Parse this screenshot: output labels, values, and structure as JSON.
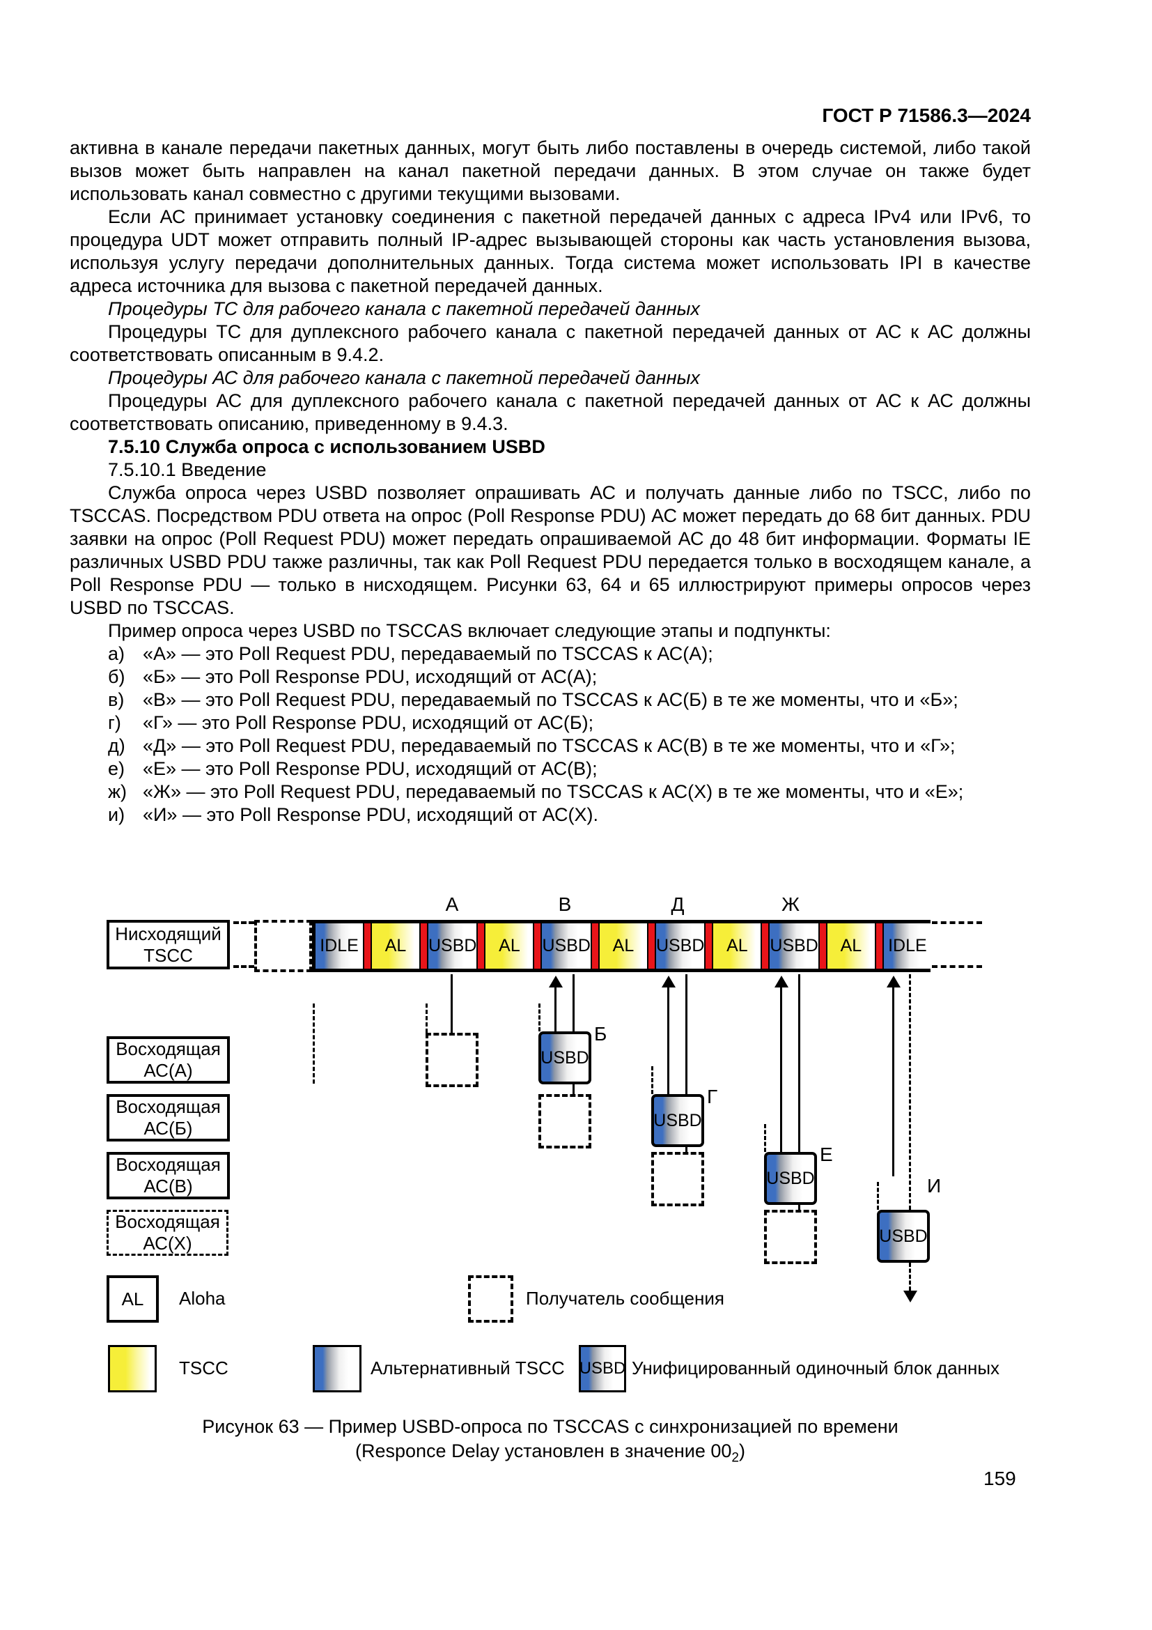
{
  "header": {
    "title": "ГОСТ Р 71586.3—2024"
  },
  "page_number": "159",
  "body": {
    "p1": "активна в канале передачи пакетных данных, могут быть либо поставлены в очередь системой, либо такой вызов может быть направлен на канал пакетной передачи данных. В этом случае он также будет использовать канал совместно с другими текущими вызовами.",
    "p2": "Если АС принимает установку соединения с пакетной передачей данных с адреса IPv4 или IPv6, то процедура UDT может отправить полный IP-адрес вызывающей стороны как часть установления вызова, используя услугу передачи дополнительных данных. Тогда система может использовать IPI в качестве адреса источника для вызова с пакетной передачей данных.",
    "p3": "Процедуры ТС для рабочего канала с пакетной передачей данных",
    "p4": "Процедуры ТС для дуплексного рабочего канала с пакетной передачей данных от АС к АС должны соответствовать описанным в 9.4.2.",
    "p5": "Процедуры АС для рабочего канала с пакетной передачей данных",
    "p6": "Процедуры АС для дуплексного рабочего канала с пакетной передачей данных от АС к АС должны соответствовать описанию, приведенному в 9.4.3.",
    "h1": "7.5.10 Служба опроса с использованием USBD",
    "h2": "7.5.10.1 Введение",
    "p7": "Служба опроса через USBD позволяет опрашивать АС и получать данные либо по TSCC, либо по TSCCAS. Посредством PDU ответа на опрос (Poll Response PDU) АС может передать до 68 бит данных. PDU заявки на опрос (Poll Request PDU) может передать опрашиваемой АС до 48 бит информации. Форматы IE различных USBD PDU также различны, так как Poll Request PDU передается только в восходящем канале, а Poll Response PDU — только в нисходящем. Рисунки 63, 64 и 65 иллюстрируют примеры опросов через USBD по TSCCAS.",
    "p8": "Пример опроса через USBD по TSCCAS включает следующие этапы и подпункты:",
    "items": [
      {
        "m": "а)",
        "t": "«А» — это Poll Request PDU, передаваемый по TSCCAS к АС(А);"
      },
      {
        "m": "б)",
        "t": "«Б» — это Poll Response PDU, исходящий от АС(А);"
      },
      {
        "m": "в)",
        "t": "«В» — это Poll Request PDU, передаваемый по TSCCAS к АС(Б) в те же моменты, что и «Б»;"
      },
      {
        "m": "г)",
        "t": "«Г» — это Poll Response PDU, исходящий от АС(Б);"
      },
      {
        "m": "д)",
        "t": "«Д» — это Poll Request PDU, передаваемый по TSCCAS к АС(В) в те же моменты, что и «Г»;"
      },
      {
        "m": "е)",
        "t": "«Е» — это Poll Response PDU, исходящий от АС(В);"
      },
      {
        "m": "ж)",
        "t": "«Ж» — это Poll Request PDU, передаваемый по TSCCAS к АС(Х) в те же моменты, что и «Е»;"
      },
      {
        "m": "и)",
        "t": "«И» — это Poll Response PDU, исходящий от АС(Х)."
      }
    ]
  },
  "figure": {
    "downlink_label_1": "Нисходящий",
    "downlink_label_2": "TSCC",
    "slots": [
      {
        "type": "idle",
        "label": "IDLE"
      },
      {
        "type": "al",
        "label": "AL"
      },
      {
        "type": "usbd",
        "label": "USBD"
      },
      {
        "type": "al",
        "label": "AL"
      },
      {
        "type": "usbd",
        "label": "USBD"
      },
      {
        "type": "al",
        "label": "AL"
      },
      {
        "type": "usbd",
        "label": "USBD"
      },
      {
        "type": "al",
        "label": "AL"
      },
      {
        "type": "usbd",
        "label": "USBD"
      },
      {
        "type": "al",
        "label": "AL"
      },
      {
        "type": "idle",
        "label": "IDLE"
      }
    ],
    "tags": [
      "А",
      "В",
      "Д",
      "Ж"
    ],
    "markers": [
      "Б",
      "Г",
      "Е",
      "И"
    ],
    "usbd_box_label": "USBD",
    "rows": [
      {
        "l1": "Восходящая",
        "l2": "АС(А)"
      },
      {
        "l1": "Восходящая",
        "l2": "АС(Б)"
      },
      {
        "l1": "Восходящая",
        "l2": "АС(В)"
      },
      {
        "l1": "Восходящая",
        "l2": "АС(Х)"
      }
    ],
    "legend": {
      "al": "AL",
      "aloha": "Aloha",
      "receiver": "Получатель сообщения",
      "tscc": "TSCC",
      "alt_tscc": "Альтернативный TSCC",
      "usbd": "USBD",
      "usbd_desc": "Унифицированный одиночный блок данных"
    },
    "caption_1": "Рисунок 63 — Пример USBD-опроса по TSCCAS с синхронизацией по времени",
    "caption_2_pre": "(Responce Delay установлен в значение 00",
    "caption_2_sub": "2",
    "caption_2_post": ")"
  },
  "colors": {
    "separator_red": "#e8151a",
    "slot_blue": "#3d6fc1",
    "slot_yellow": "#f6ee39",
    "line_black": "#000000"
  }
}
